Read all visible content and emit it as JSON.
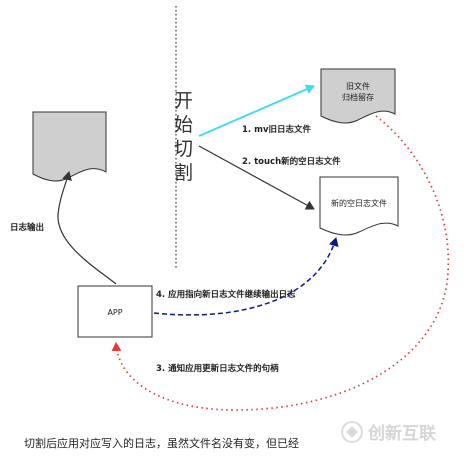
{
  "diagram": {
    "split_label_chars": [
      "开",
      "始",
      "切",
      "割"
    ],
    "log_output_label": "日志输出",
    "app_label": "APP",
    "old_file_line1": "旧文件",
    "old_file_line2": "归档留存",
    "new_file_label": "新的空日志文件",
    "step1": "1. mv旧日志文件",
    "step2": "2. touch新的空日志文件",
    "step3": "3. 通知应用更新日志文件的句柄",
    "step4": "4. 应用指向新日志文件继续输出日志",
    "caption": "切割后应用对应写入的日志，虽然文件名没有变，但已经",
    "watermark": "创新互联",
    "colors": {
      "cyan_arrow": "#36dcf0",
      "blue_arrow": "#0a1a8c",
      "red_arrow": "#e53935",
      "dark_arrow": "#333333",
      "doc_fill_gray": "#cfcfcf"
    }
  }
}
